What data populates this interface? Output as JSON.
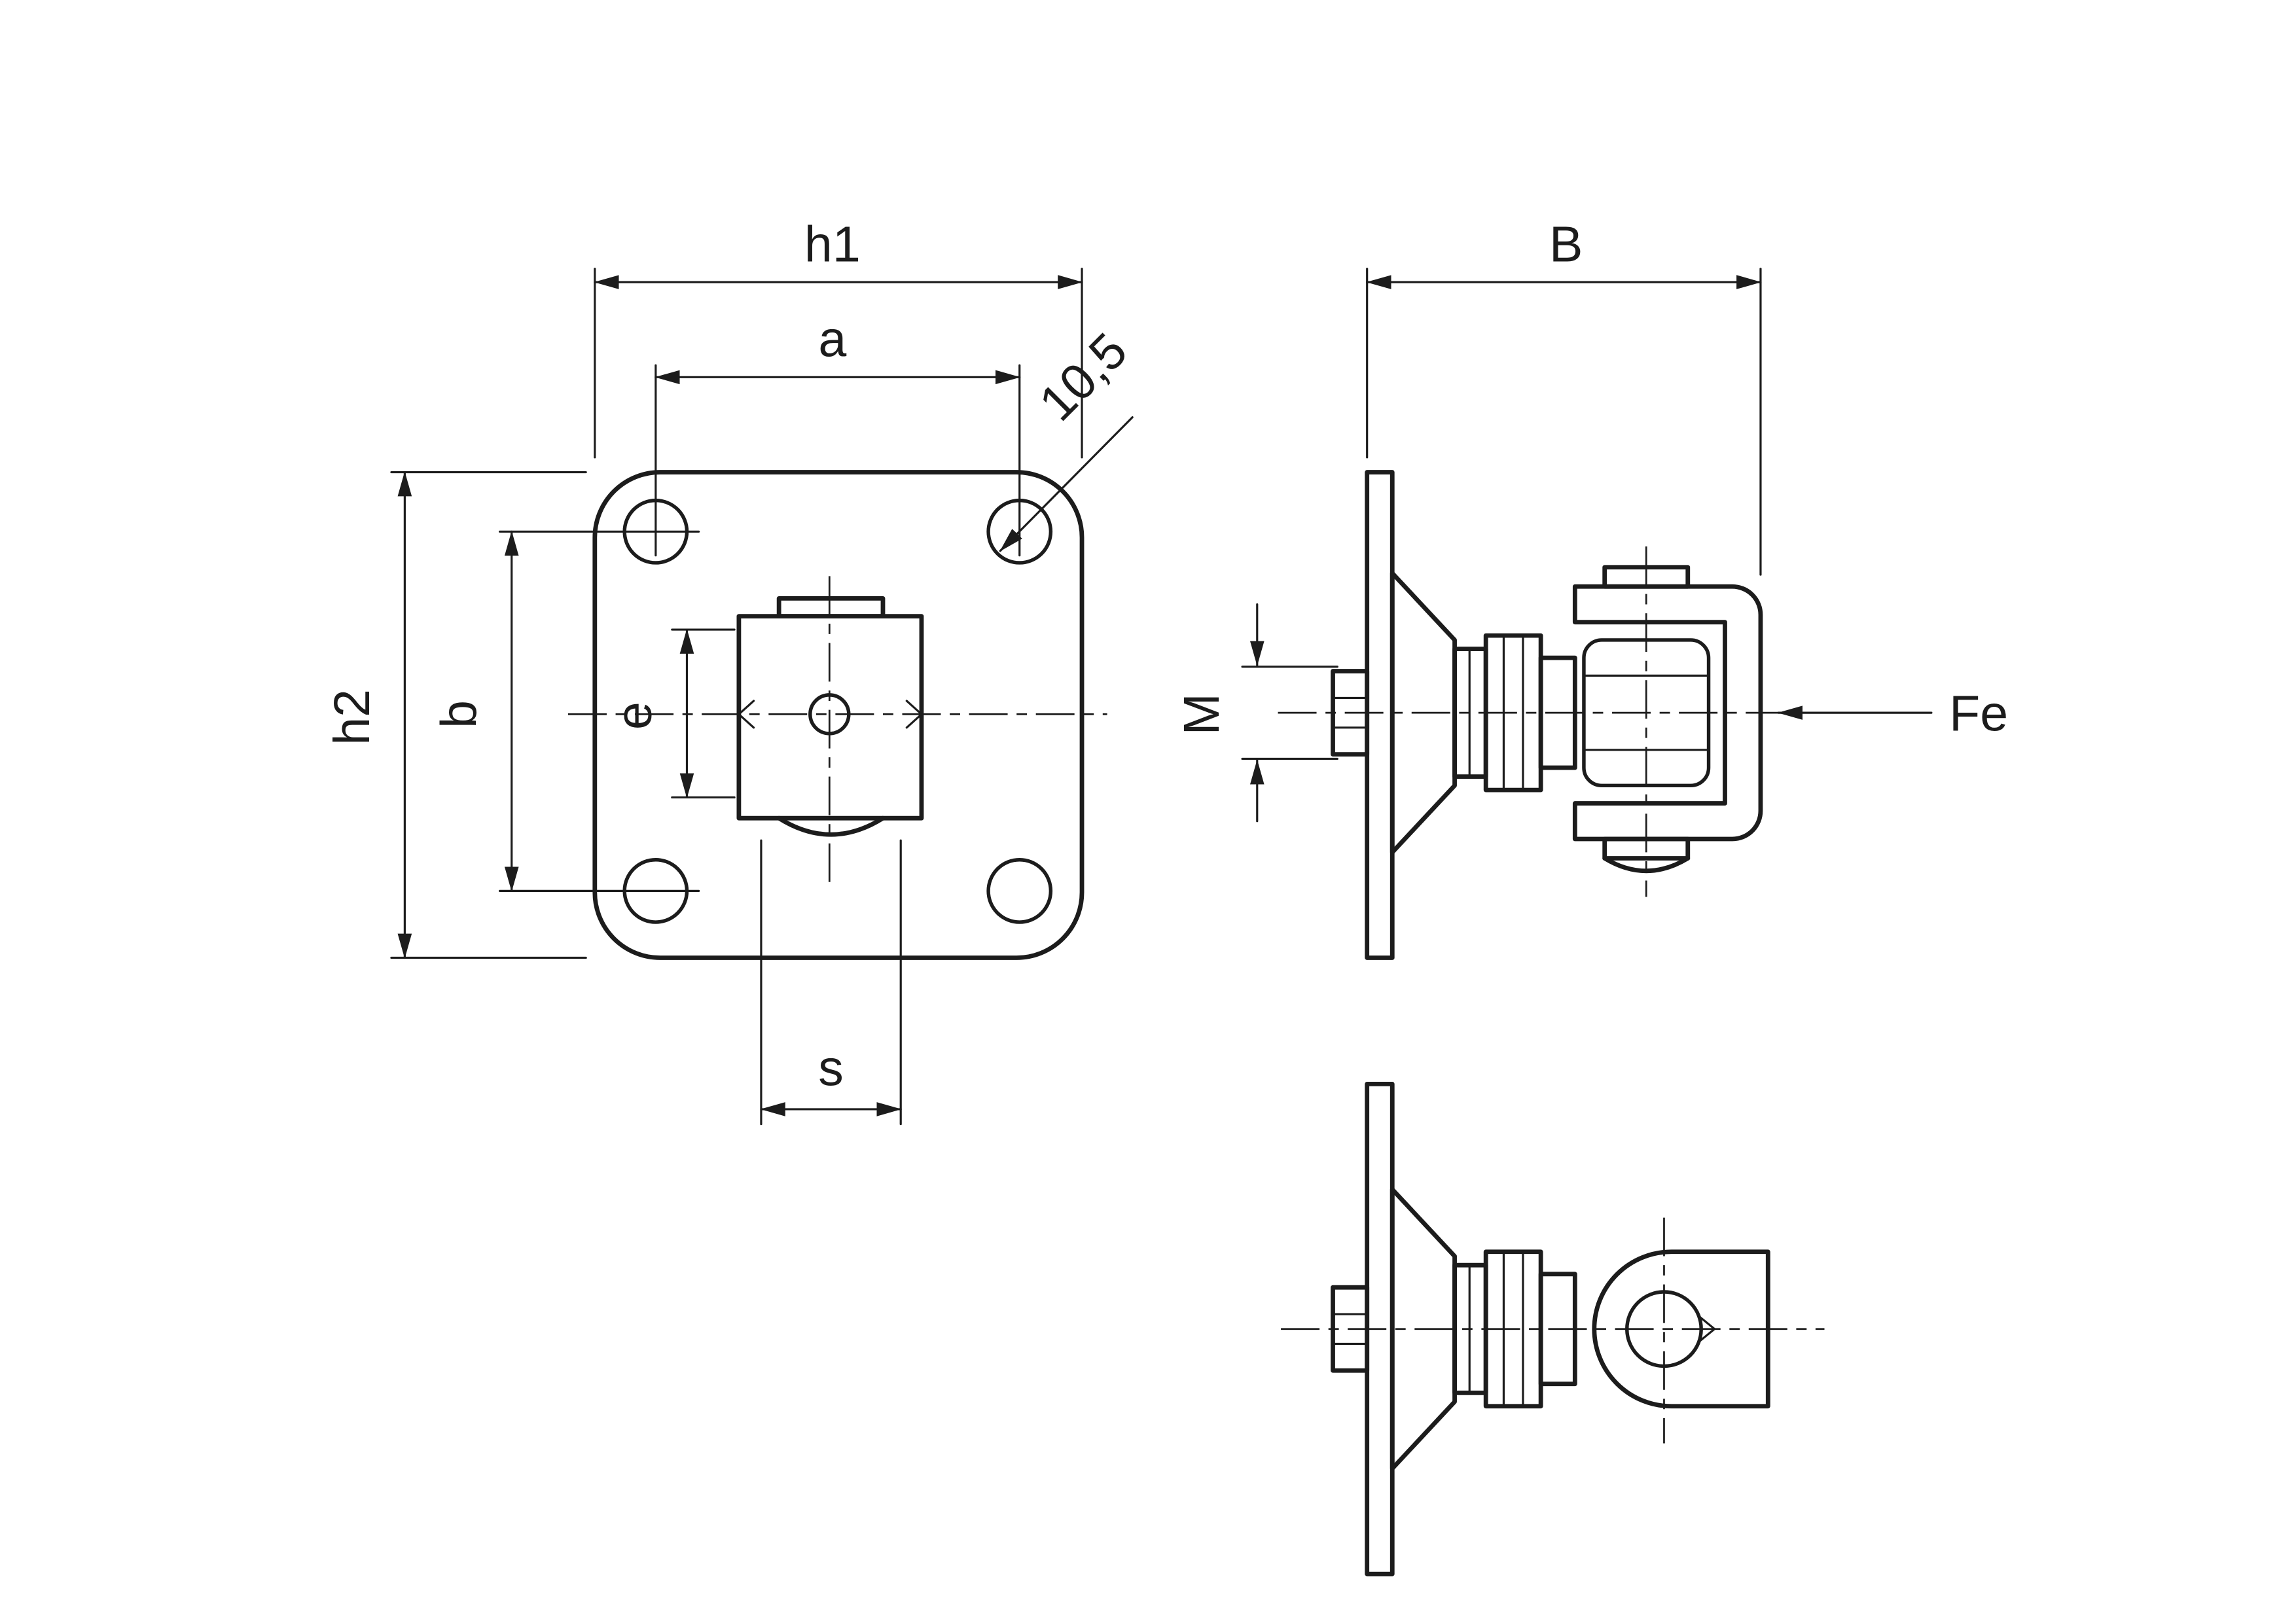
{
  "drawing": {
    "front_view": {
      "dim_h1": "h1",
      "dim_a": "a",
      "dim_h2": "h2",
      "dim_b": "b",
      "dim_e": "e",
      "dim_s": "s",
      "hole_note": "10,5"
    },
    "side_view": {
      "dim_B": "B",
      "dim_M": "M",
      "force_label": "Fe"
    }
  }
}
